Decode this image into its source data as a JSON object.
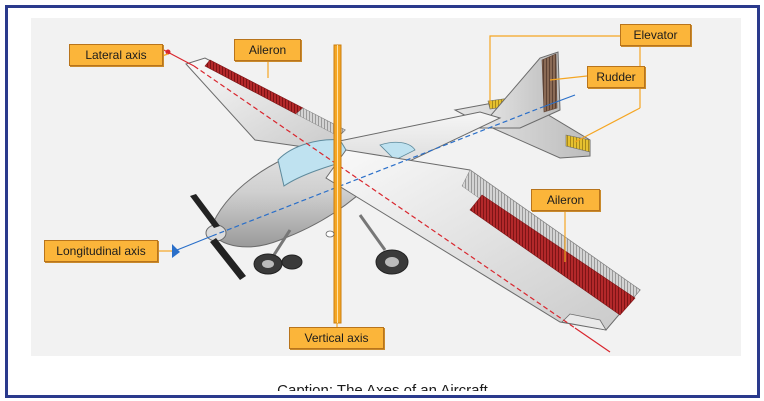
{
  "labels": {
    "lateral_axis": "Lateral axis",
    "aileron_top": "Aileron",
    "elevator": "Elevator",
    "rudder": "Rudder",
    "aileron_right": "Aileron",
    "longitudinal_axis": "Longitudinal axis",
    "vertical_axis": "Vertical axis"
  },
  "caption": "Caption: The Axes of an Aircraft",
  "colors": {
    "frame_border": "#2a3a8c",
    "callout_fill": "#fbb53a",
    "lateral_axis_line": "#d9262e",
    "longitudinal_axis_line": "#2a6fc9",
    "vertical_axis_bar": "#f5a623",
    "control_surface_red": "#b02a2a",
    "control_surface_yellow": "#e8c030"
  }
}
